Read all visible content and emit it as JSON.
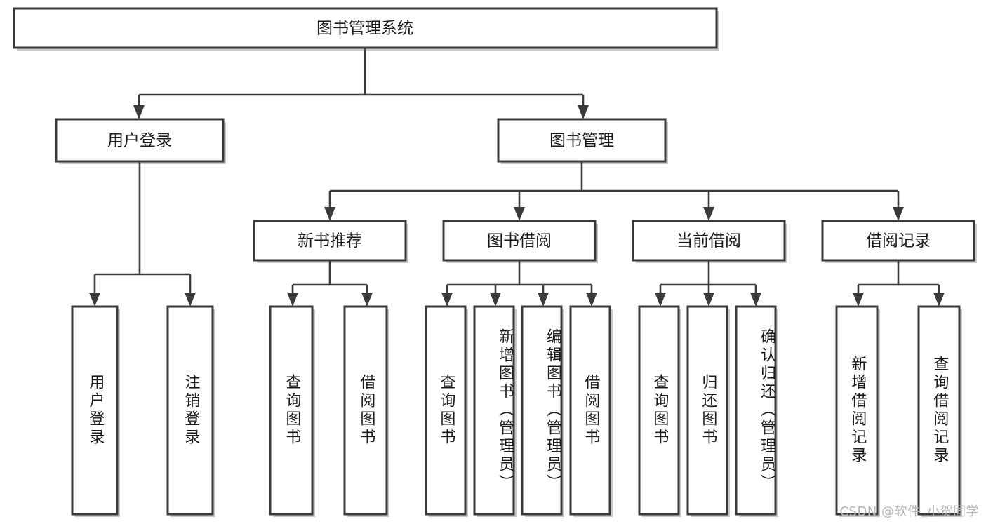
{
  "diagram": {
    "type": "tree",
    "title": "图书管理系统",
    "orientation": "top-down",
    "theme": {
      "background": "#ffffff",
      "box_fill": "#ffffff",
      "box_stroke": "#3a3a3a",
      "text": "#1a1a1a",
      "shadow": "#c9c9c9",
      "watermark": "#b6b6b6"
    },
    "root": {
      "label": "图书管理系统"
    },
    "level1": [
      {
        "label": "用户登录"
      },
      {
        "label": "图书管理"
      }
    ],
    "level2": [
      {
        "label": "新书推荐"
      },
      {
        "label": "图书借阅"
      },
      {
        "label": "当前借阅"
      },
      {
        "label": "借阅记录"
      }
    ],
    "leaves": {
      "user_login": [
        {
          "label": "用户登录"
        },
        {
          "label": "注销登录"
        }
      ],
      "new_book_recommend": [
        {
          "label": "查询图书"
        },
        {
          "label": "借阅图书"
        }
      ],
      "book_borrow": [
        {
          "label": "查询图书"
        },
        {
          "label": "新增图书（管理员）"
        },
        {
          "label": "编辑图书（管理员）"
        },
        {
          "label": "借阅图书"
        }
      ],
      "current_borrow": [
        {
          "label": "查询图书"
        },
        {
          "label": "归还图书"
        },
        {
          "label": "确认归还（管理员）"
        }
      ],
      "borrow_record": [
        {
          "label": "新增借阅记录"
        },
        {
          "label": "查询借阅记录"
        }
      ]
    }
  },
  "watermark": {
    "text": "CSDN @软件_小贺同学"
  }
}
